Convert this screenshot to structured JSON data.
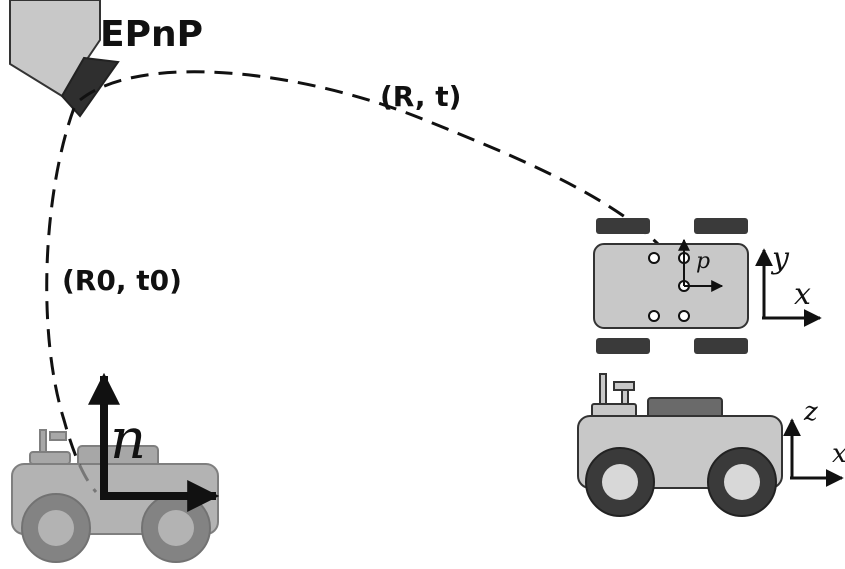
{
  "title": "EPnP",
  "edges": {
    "camera_to_robot": "(R, t)",
    "camera_to_origin": "(R0, t0)"
  },
  "axes": {
    "origin_normal": "n",
    "marker_point": "p",
    "top_view_y": "y",
    "top_view_x": "x",
    "side_view_z": "z",
    "side_view_x": "x"
  },
  "colors": {
    "body_fill": "#c8c8c8",
    "wheel_dark": "#3a3a3a",
    "faded_robot": "#9a9a9a",
    "ink": "#111111"
  }
}
